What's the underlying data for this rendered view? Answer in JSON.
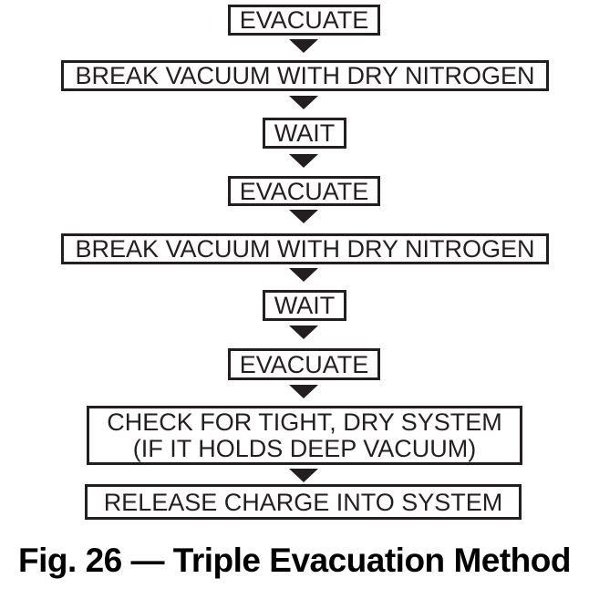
{
  "figure": {
    "caption": "Fig. 26 — Triple Evacuation Method",
    "colors": {
      "ink": "#231f20",
      "background": "#ffffff"
    },
    "flow": {
      "type": "vertical-flowchart",
      "connector": "solid-down-triangle-arrow",
      "steps": [
        {
          "lines": [
            "EVACUATE"
          ]
        },
        {
          "lines": [
            "BREAK VACUUM WITH DRY NITROGEN"
          ]
        },
        {
          "lines": [
            "WAIT"
          ]
        },
        {
          "lines": [
            "EVACUATE"
          ]
        },
        {
          "lines": [
            "BREAK VACUUM WITH DRY NITROGEN"
          ]
        },
        {
          "lines": [
            "WAIT"
          ]
        },
        {
          "lines": [
            "EVACUATE"
          ]
        },
        {
          "lines": [
            "CHECK FOR TIGHT, DRY SYSTEM",
            "(IF IT HOLDS DEEP VACUUM)"
          ]
        },
        {
          "lines": [
            "RELEASE CHARGE INTO SYSTEM"
          ]
        }
      ]
    }
  }
}
